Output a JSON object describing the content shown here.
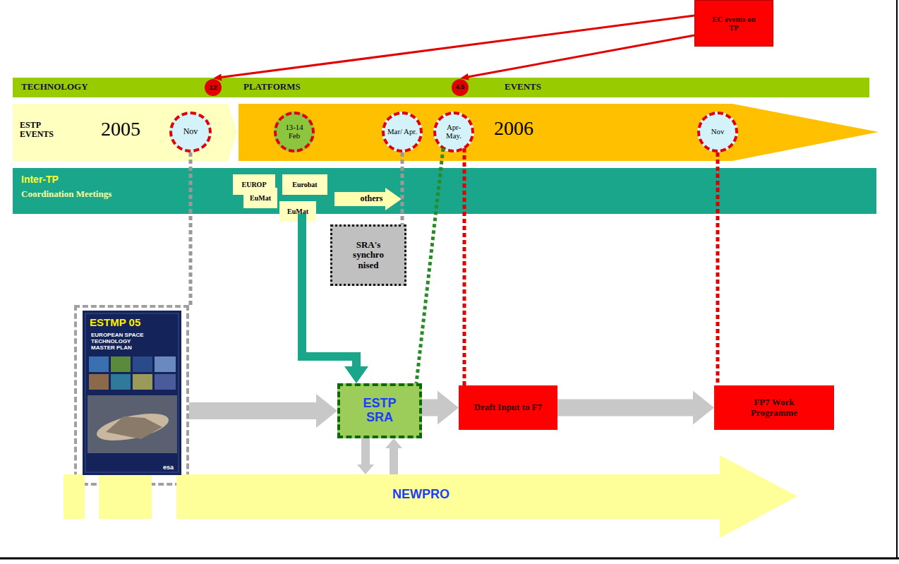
{
  "diagram": {
    "nodes": [
      {
        "text": [
          "EC events on TP"
        ]
      },
      {
        "text": [
          "TECHNOLOGY",
          "PLATFORMS",
          "EVENTS"
        ]
      },
      {
        "text": [
          "12"
        ],
        "in": 1
      },
      {
        "text": [
          "4.5"
        ],
        "in": 1
      },
      {
        "text": [
          "ESTP EVENTS",
          "2005"
        ]
      },
      {
        "text": [
          "Nov"
        ],
        "in": 4
      },
      {
        "text": [
          "2006"
        ]
      },
      {
        "text": [
          "13-14 Feb"
        ],
        "in": 6
      },
      {
        "text": [
          "Mar/ Apr."
        ],
        "in": 6
      },
      {
        "text": [
          "Apr- May."
        ],
        "in": 6
      },
      {
        "text": [
          "Nov"
        ],
        "in": 6
      },
      {
        "text": [
          "Inter-TP",
          "Coordination Meetings"
        ]
      },
      {
        "text": [
          "EUROP"
        ],
        "in": 11
      },
      {
        "text": [
          "Eurobat"
        ],
        "in": 11
      },
      {
        "text": [
          "EuMat"
        ],
        "in": 11
      },
      {
        "text": [
          "EuMat"
        ],
        "in": 11
      },
      {
        "text": [
          "others"
        ],
        "in": 11
      },
      {
        "text": [
          "SRA's synchro nised"
        ]
      },
      {
        "text": [
          "ESTMP 05",
          "EUROPEAN SPACE TECHNOLOGY MASTER PLAN",
          "esa"
        ]
      },
      {
        "text": [
          "ESTP SRA"
        ]
      },
      {
        "text": [
          "Draft Input to F7"
        ]
      },
      {
        "text": [
          "FP7 Work Programme"
        ]
      },
      {
        "text": [
          "NEWPRO"
        ]
      }
    ],
    "edges": [
      {
        "from": 0,
        "to": 2,
        "arrow": "to"
      },
      {
        "from": 0,
        "to": 3,
        "arrow": "to"
      },
      {
        "from": 11,
        "to": 19,
        "arrow": "to"
      },
      {
        "from": 18,
        "to": 19,
        "arrow": "to"
      },
      {
        "from": 19,
        "to": 20,
        "arrow": "to"
      },
      {
        "from": 20,
        "to": 21,
        "arrow": "to"
      },
      {
        "from": 19,
        "to": 22,
        "arrow": "to"
      },
      {
        "from": 22,
        "to": 19,
        "arrow": "to"
      },
      {
        "from": 5,
        "to": 18,
        "arrow": "none"
      },
      {
        "from": 8,
        "to": 17,
        "arrow": "none"
      },
      {
        "from": 9,
        "to": 19,
        "arrow": "none"
      },
      {
        "from": 9,
        "to": 20,
        "arrow": "none"
      },
      {
        "from": 10,
        "to": 21,
        "arrow": "none"
      }
    ]
  }
}
